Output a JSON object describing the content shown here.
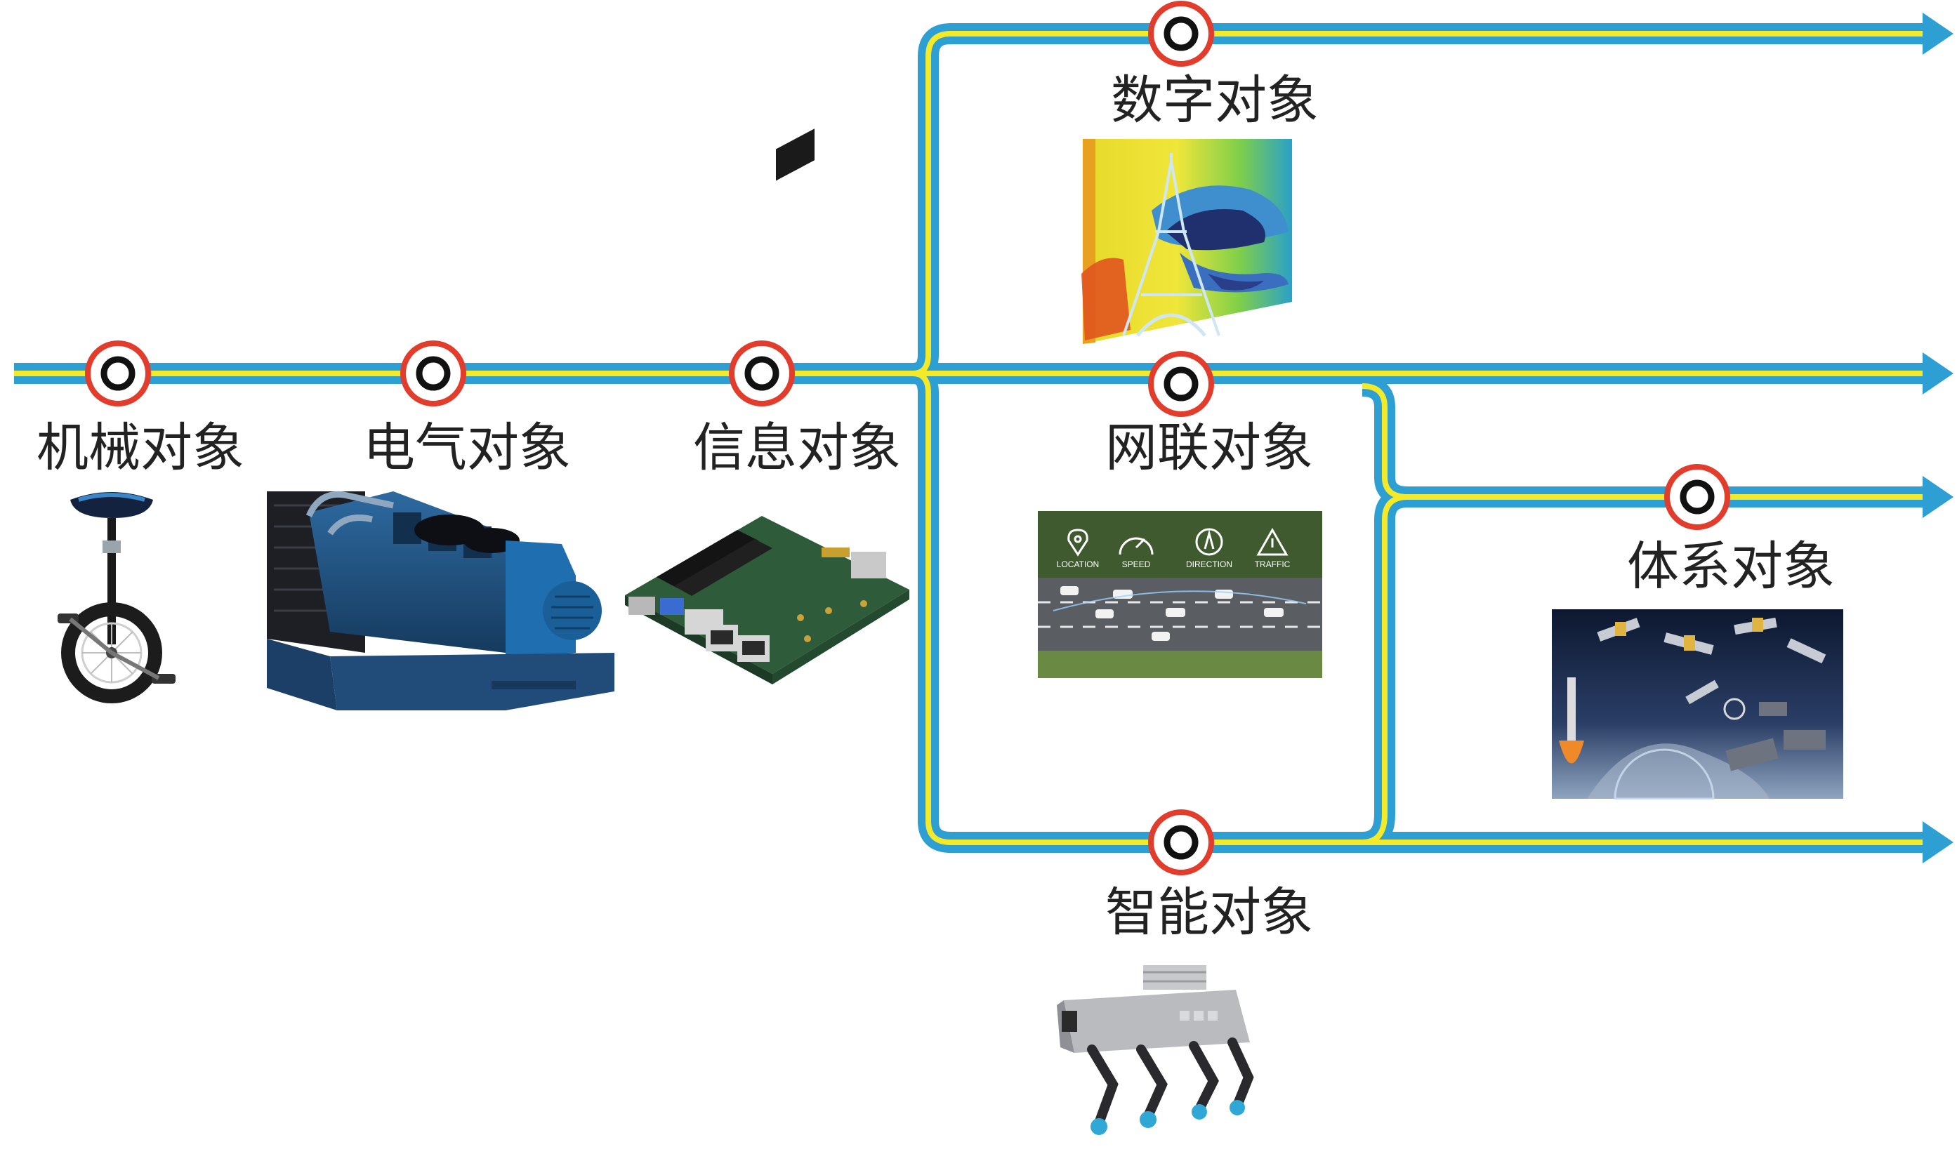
{
  "colors": {
    "track_outer": "#2e9fd3",
    "track_inner": "#f3ea2a",
    "station_ring": "#e23c2c",
    "station_core": "#111111",
    "label": "#222222"
  },
  "stations": [
    {
      "id": "mechanical",
      "label": "机械对象",
      "image": "unicycle"
    },
    {
      "id": "electrical",
      "label": "电气对象",
      "image": "generator"
    },
    {
      "id": "information",
      "label": "信息对象",
      "image": "circuit-board"
    },
    {
      "id": "digital",
      "label": "数字对象",
      "image": "eiffel-tower-simulation"
    },
    {
      "id": "networked",
      "label": "网联对象",
      "image": "connected-vehicles-road"
    },
    {
      "id": "system",
      "label": "体系对象",
      "image": "space-defense-system"
    },
    {
      "id": "intelligent",
      "label": "智能对象",
      "image": "quadruped-robot"
    }
  ],
  "networked_panel": {
    "icons": [
      "location-icon",
      "speed-icon",
      "direction-icon",
      "traffic-warning-icon"
    ],
    "icon_captions": [
      "LOCATION",
      "SPEED",
      "DIRECTION",
      "TRAFFIC"
    ]
  }
}
